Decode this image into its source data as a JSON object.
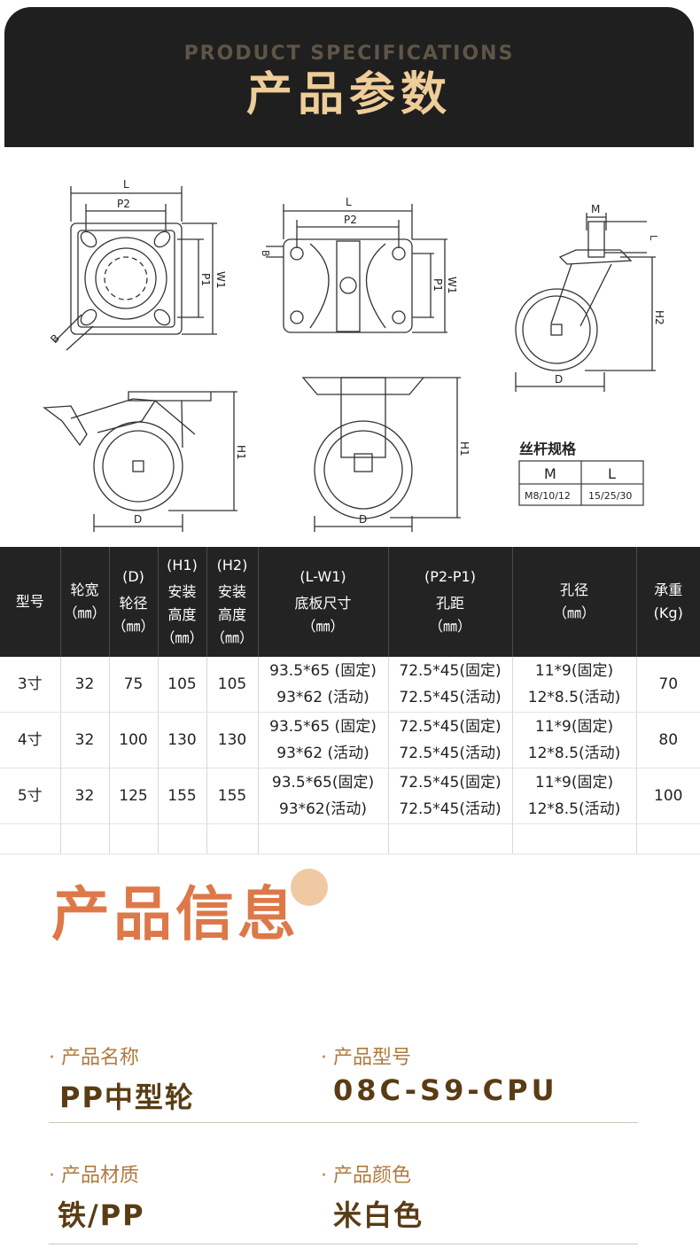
{
  "header": {
    "subtitle": "PRODUCT SPECIFICATIONS",
    "title": "产品参数"
  },
  "diagram": {
    "L": "L",
    "P2": "P2",
    "P1": "P1",
    "W1": "W1",
    "B": "B",
    "M": "M",
    "H1": "H1",
    "H2": "H2",
    "D": "D"
  },
  "screw_spec": {
    "caption": "丝杆规格",
    "headers": [
      "M",
      "L"
    ],
    "values": [
      "M8/10/12",
      "15/25/30"
    ]
  },
  "table": {
    "headers": [
      {
        "code": "",
        "lines": [
          "型号"
        ]
      },
      {
        "code": "",
        "lines": [
          "轮宽",
          "（㎜）"
        ]
      },
      {
        "code": "(D)",
        "lines": [
          "轮径",
          "（㎜）"
        ]
      },
      {
        "code": "(H1)",
        "lines": [
          "安装",
          "高度",
          "（㎜）"
        ]
      },
      {
        "code": "(H2)",
        "lines": [
          "安装",
          "高度",
          "（㎜）"
        ]
      },
      {
        "code": "(L-W1)",
        "lines": [
          "底板尺寸",
          "（㎜）"
        ]
      },
      {
        "code": "(P2-P1)",
        "lines": [
          "孔距",
          "（㎜）"
        ]
      },
      {
        "code": "",
        "lines": [
          "孔径",
          "（㎜）"
        ]
      },
      {
        "code": "",
        "lines": [
          "承重",
          "(Kg)"
        ]
      }
    ],
    "rows": [
      {
        "model": "3寸",
        "width": "32",
        "d": "75",
        "h1": "105",
        "h2": "105",
        "plate": [
          "93.5*65 (固定)",
          "93*62 (活动)"
        ],
        "spacing": [
          "72.5*45(固定)",
          "72.5*45(活动)"
        ],
        "hole": [
          "11*9(固定)",
          "12*8.5(活动)"
        ],
        "load": "70"
      },
      {
        "model": "4寸",
        "width": "32",
        "d": "100",
        "h1": "130",
        "h2": "130",
        "plate": [
          "93.5*65 (固定)",
          "93*62 (活动)"
        ],
        "spacing": [
          "72.5*45(固定)",
          "72.5*45(活动)"
        ],
        "hole": [
          "11*9(固定)",
          "12*8.5(活动)"
        ],
        "load": "80"
      },
      {
        "model": "5寸",
        "width": "32",
        "d": "125",
        "h1": "155",
        "h2": "155",
        "plate": [
          "93.5*65(固定)",
          "93*62(活动)"
        ],
        "spacing": [
          "72.5*45(固定)",
          "72.5*45(活动)"
        ],
        "hole": [
          "11*9(固定)",
          "12*8.5(活动)"
        ],
        "load": "100"
      }
    ]
  },
  "info": {
    "title": "产品信息",
    "fields": [
      {
        "label": "产品名称",
        "value": "PP中型轮"
      },
      {
        "label": "产品型号",
        "value": "08C-S9-CPU"
      },
      {
        "label": "产品材质",
        "value": "铁/PP"
      },
      {
        "label": "产品颜色",
        "value": "米白色"
      }
    ],
    "bullet": "·"
  },
  "colors": {
    "header_bg": "#1f1f1f",
    "header_title": "#efcd98",
    "table_header_bg": "#232323",
    "info_title": "#dd7848",
    "info_label": "#b07a3e",
    "info_value": "#5a3c14"
  }
}
